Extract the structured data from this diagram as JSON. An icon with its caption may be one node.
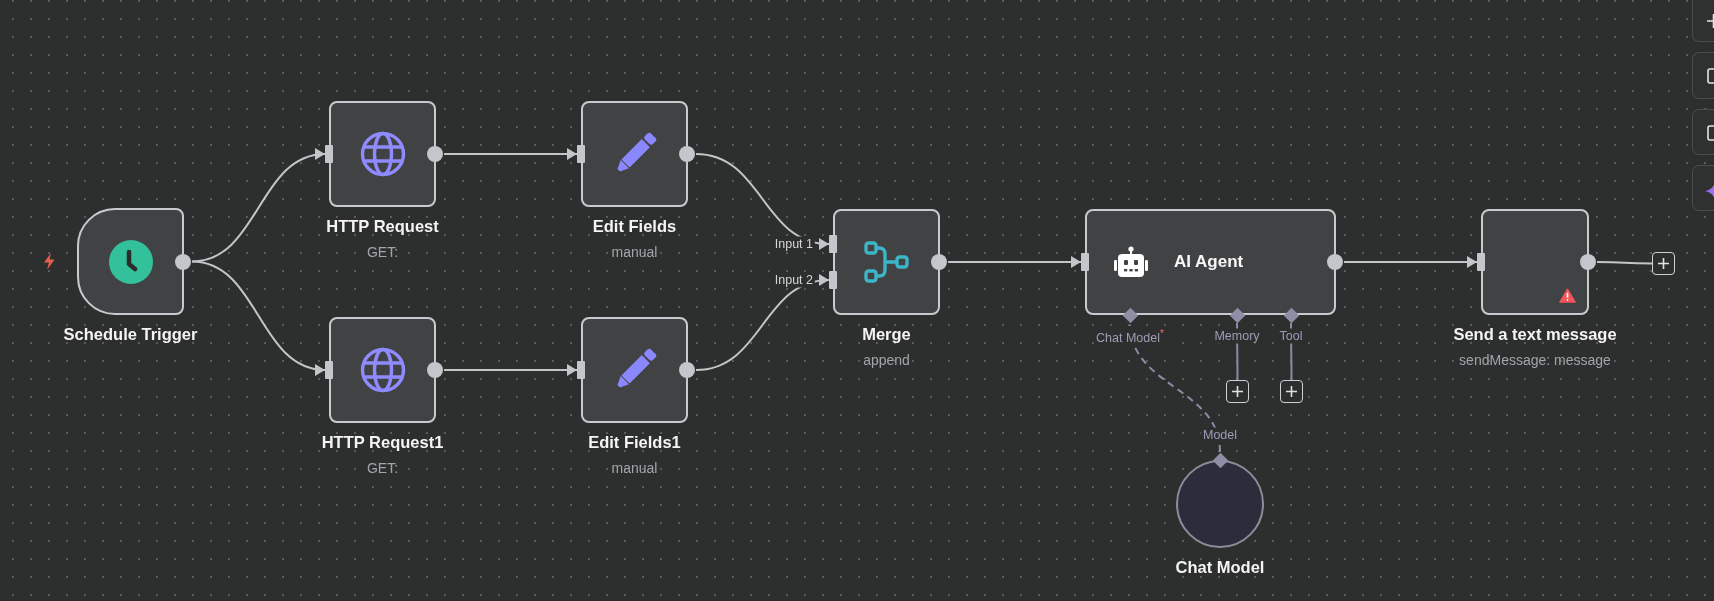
{
  "diagram": {
    "nodes": [
      {
        "text": [
          "Schedule Trigger"
        ]
      },
      {
        "text": [
          "HTTP Request",
          "GET:"
        ]
      },
      {
        "text": [
          "Edit Fields",
          "manual"
        ]
      },
      {
        "text": [
          "HTTP Request1",
          "GET:"
        ]
      },
      {
        "text": [
          "Edit Fields1",
          "manual"
        ]
      },
      {
        "text": [
          "Merge",
          "append"
        ],
        "beside": [
          "Input 1",
          "Input 2"
        ]
      },
      {
        "text": [
          "AI Agent"
        ],
        "beside": [
          "Chat Model$^{*}$",
          "Memory",
          "Tool"
        ]
      },
      {
        "text": [],
        "shape": "box"
      },
      {
        "text": [],
        "shape": "box"
      },
      {
        "text": [
          "Chat Model"
        ],
        "beside": [
          "Model"
        ]
      },
      {
        "text": [
          "Send a text message",
          "sendMessage: message"
        ]
      },
      {
        "text": [],
        "shape": "box"
      }
    ],
    "edges": [
      {
        "from": 0,
        "to": 1,
        "arrow": "to"
      },
      {
        "from": 0,
        "to": 3,
        "arrow": "to"
      },
      {
        "from": 1,
        "to": 2,
        "arrow": "to"
      },
      {
        "from": 3,
        "to": 4,
        "arrow": "to"
      },
      {
        "from": 2,
        "to": 5,
        "arrow": "to"
      },
      {
        "from": 4,
        "to": 5,
        "arrow": "to"
      },
      {
        "from": 5,
        "to": 6,
        "arrow": "to"
      },
      {
        "from": 6,
        "to": 10,
        "arrow": "to"
      },
      {
        "from": 10,
        "to": 11,
        "arrow": "none"
      },
      {
        "from": 6,
        "to": 7,
        "arrow": "none",
        "color": "#8b8ba5"
      },
      {
        "from": 6,
        "to": 8,
        "arrow": "none",
        "color": "#8b8ba5"
      },
      {
        "from": 9,
        "to": 6,
        "arrow": "none",
        "style": "dashed",
        "color": "#8b8ba5"
      }
    ]
  }
}
